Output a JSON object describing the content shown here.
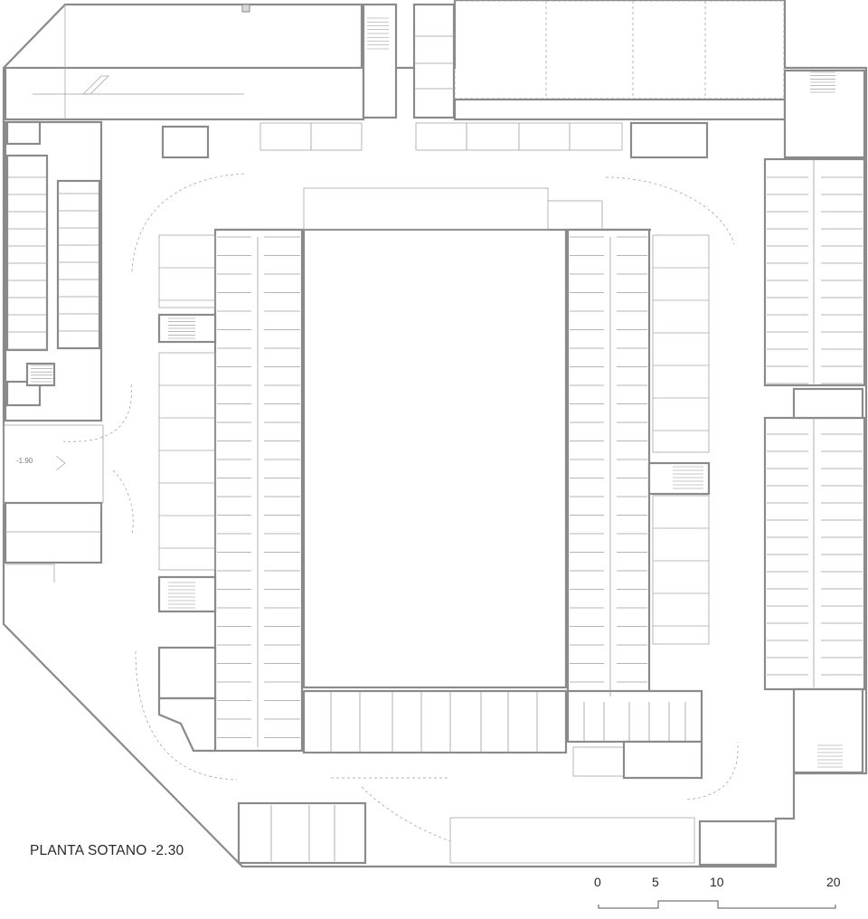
{
  "plan": {
    "title": "PLANTA SOTANO -2.30",
    "level_label": "-1.90"
  },
  "scale_bar": {
    "ticks": [
      "0",
      "5",
      "10",
      "20"
    ]
  }
}
